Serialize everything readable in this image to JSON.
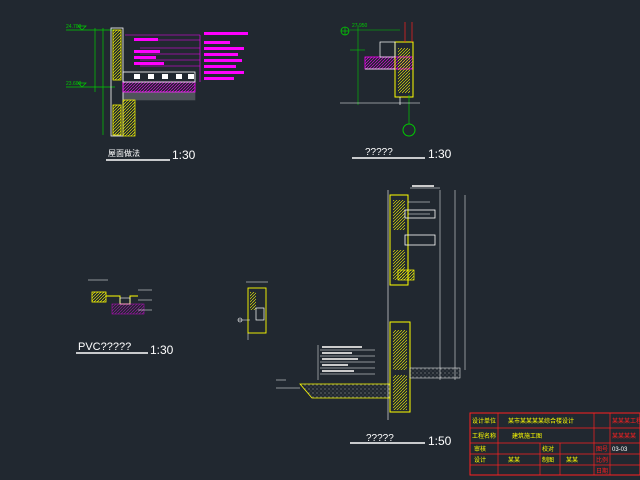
{
  "drawings": {
    "roof_detail": {
      "label": "屋面做法",
      "scale": "1:30",
      "elev_top": "24.700",
      "elev_mid": "23.600"
    },
    "parapet_detail": {
      "label": "?????",
      "scale": "1:30",
      "elev_top": "27.950"
    },
    "pvc_detail": {
      "label": "PVC?????",
      "scale": "1:30"
    },
    "wall_section": {
      "label": "?????",
      "scale": "1:50"
    }
  },
  "title_block": {
    "row1": [
      "设计单位",
      "某市某某某某综合楼设计"
    ],
    "row2": [
      "工程名称",
      "建筑施工图"
    ],
    "row3": [
      "审核",
      "",
      "校对",
      ""
    ],
    "row4": [
      "设计",
      "某某",
      "制图",
      "某某"
    ],
    "right_top": "某某某工程",
    "right_mid": "某某某某",
    "code": "03-03",
    "side_labels": [
      "图号",
      "比例",
      "日期"
    ]
  },
  "colors": {
    "background": "#212830",
    "yellow": "#ffff00",
    "magenta": "#ff00ff",
    "green": "#00cc00",
    "white": "#ffffff",
    "red": "#ff2020",
    "cyan": "#00ffff"
  }
}
